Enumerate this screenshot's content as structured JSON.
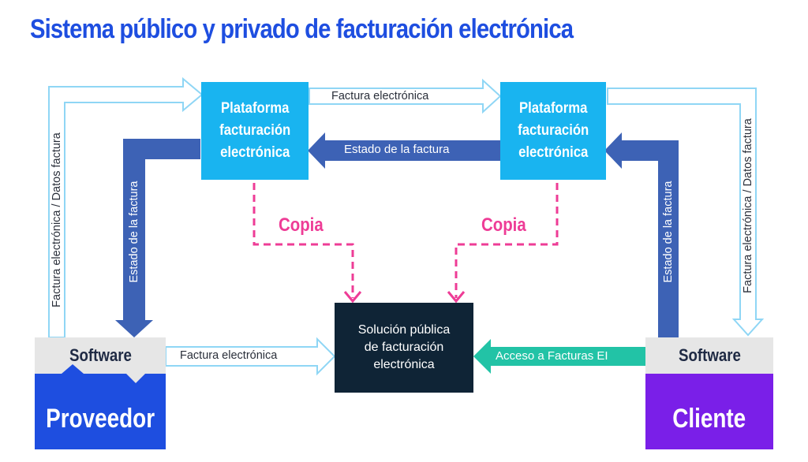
{
  "title": "Sistema público y privado de facturación electrónica",
  "platform_left": [
    "Plataforma",
    "facturación",
    "electrónica"
  ],
  "platform_right": [
    "Plataforma",
    "facturación",
    "electrónica"
  ],
  "public_solution": [
    "Solución pública",
    "de facturación",
    "electrónica"
  ],
  "software_left": "Software",
  "software_right": "Software",
  "provider": "Proveedor",
  "client": "Cliente",
  "labels": {
    "top_factura": "Factura electrónica",
    "estado_middle": "Estado de la factura",
    "bottom_factura": "Factura electrónica",
    "acceso": "Acceso a Facturas EI",
    "left_outer_vertical": "Factura electrónica / Datos factura",
    "left_inner_vertical": "Estado de la factura",
    "right_inner_vertical": "Estado de la factura",
    "right_outer_vertical": "Factura electrónica / Datos factura",
    "copia_left": "Copia",
    "copia_right": "Copia"
  },
  "colors": {
    "title": "#1e4ee0",
    "platform": "#19b4f0",
    "public": "#0f2436",
    "provider": "#1e4ee0",
    "client": "#7a1fe8",
    "dark_arrow": "#3d62b5",
    "light_arrow_stroke": "#8fd6f5",
    "teal_arrow": "#22c3a6",
    "copia": "#ee3c96"
  }
}
